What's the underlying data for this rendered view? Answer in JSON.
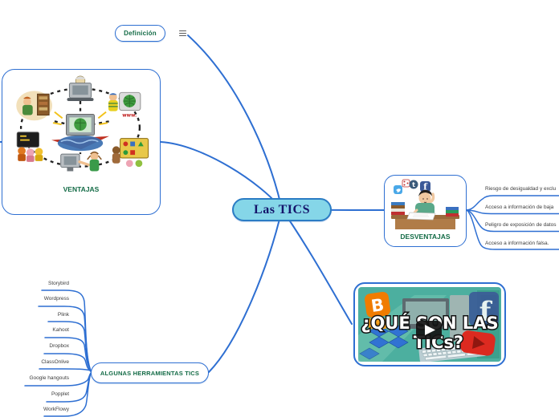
{
  "map": {
    "center": {
      "label": "Las TICS"
    },
    "definition": {
      "label": "Definición"
    },
    "ventajas": {
      "caption": "VENTAJAS"
    },
    "desventajas": {
      "caption": "DESVENTAJAS",
      "items": [
        "Riesgo de desigualdad y exclu",
        "Acceso a información de baja",
        "Peligro de exposición de datos",
        "Acceso a información falsa."
      ]
    },
    "video": {
      "title_line1": "¿QUÉ SON LAS",
      "title_line2": "TICs?"
    },
    "tools": {
      "label": "ALGUNAS HERRAMIENTAS TICS",
      "items": [
        "Storybird",
        "Wordpress",
        "Plink",
        "Kahoot",
        "Dropbox",
        "ClassOnlive",
        "Google hangouts",
        "Popplet",
        "WorkFlowy"
      ]
    }
  },
  "colors": {
    "connector_blue": "#2e6fd2",
    "center_fill": "#85d6e8",
    "center_border": "#2b7cc4",
    "center_text": "#15156b",
    "label_green": "#136b46",
    "child_text": "#3c3c3c",
    "thumbnail_teal": "#4caf9f",
    "blogger_orange": "#f07c00",
    "facebook_blue": "#3b5998",
    "youtube_red": "#dc2a20",
    "dropbox_blue": "#2f6fd6"
  },
  "icons": {
    "note": "notes-icon",
    "play": "play-button"
  }
}
